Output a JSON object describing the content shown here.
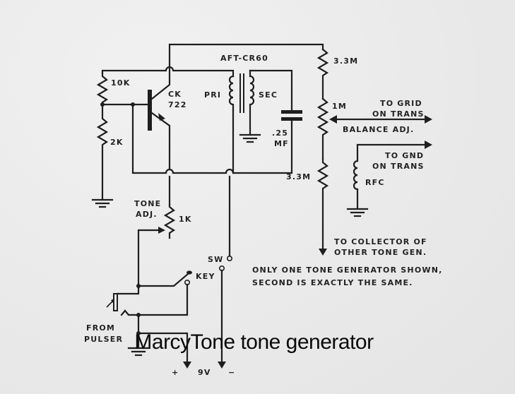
{
  "caption": "MarcyTone tone generator",
  "schematic": {
    "transformer": {
      "part": "AFT-CR60",
      "primary": "PRI",
      "secondary": "SEC"
    },
    "transistor": {
      "line1": "CK",
      "line2": "722"
    },
    "resistors": {
      "r_10k": "10K",
      "r_2k": "2K",
      "r_tone": "1K",
      "r_top": "3.3M",
      "r_balance": "1M",
      "r_bottom": "3.3M"
    },
    "capacitor": {
      "line1": ".25",
      "line2": "MF"
    },
    "tone_adj": {
      "line1": "TONE",
      "line2": "ADJ."
    },
    "key": "KEY",
    "from_pulser": {
      "line1": "FROM",
      "line2": "PULSER"
    },
    "battery": {
      "plus": "+",
      "voltage": "9V",
      "minus": "−"
    },
    "switch": "SW",
    "to_grid": {
      "line1": "TO GRID",
      "line2": "ON TRANS"
    },
    "balance_adj": "BALANCE ADJ.",
    "to_gnd": {
      "line1": "TO GND",
      "line2": "ON TRANS"
    },
    "rfc": "RFC",
    "to_collector": {
      "line1": "TO COLLECTOR OF",
      "line2": "OTHER TONE GEN."
    },
    "note": {
      "line1": "ONLY ONE TONE GENERATOR SHOWN,",
      "line2": "SECOND IS EXACTLY THE SAME."
    }
  }
}
